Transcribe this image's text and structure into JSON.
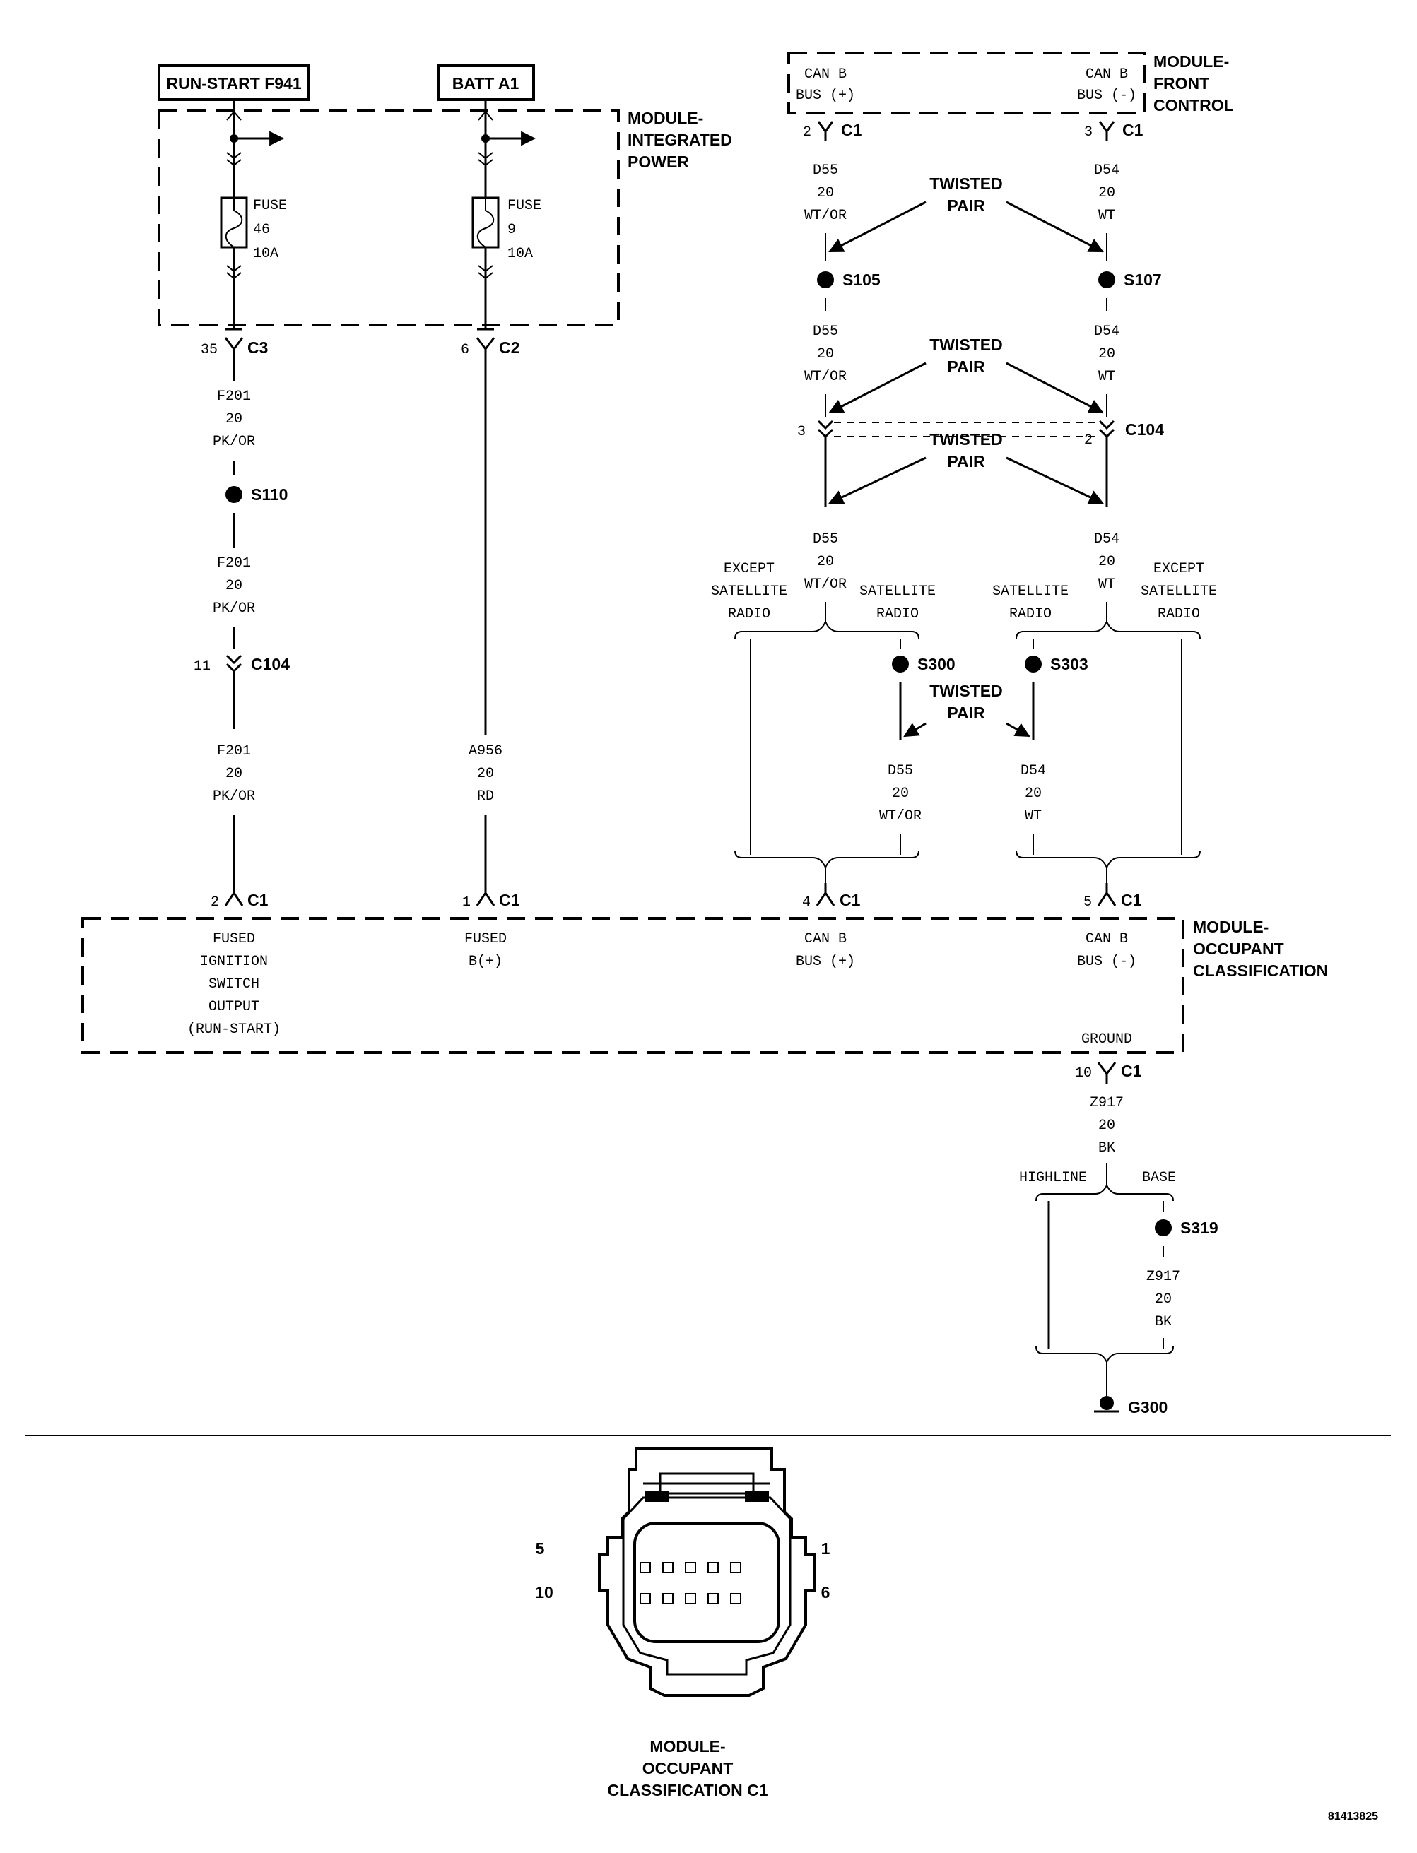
{
  "sources": {
    "run_start": "RUN-START F941",
    "batt": "BATT A1"
  },
  "modules": {
    "integrated_power": [
      "MODULE-",
      "INTEGRATED",
      "POWER"
    ],
    "front_control": [
      "MODULE-",
      "FRONT",
      "CONTROL"
    ],
    "occupant_classification": [
      "MODULE-",
      "OCCUPANT",
      "CLASSIFICATION"
    ]
  },
  "fuses": {
    "fuse46": [
      "FUSE",
      "46",
      "10A"
    ],
    "fuse9": [
      "FUSE",
      "9",
      "10A"
    ]
  },
  "connectors": {
    "c3_pin": "35",
    "c3": "C3",
    "c2_pin": "6",
    "c2": "C2",
    "fc_c1_pin_left": "2",
    "fc_c1_left": "C1",
    "fc_c1_pin_right": "3",
    "fc_c1_right": "C1",
    "c104_pin_left": "3",
    "c104_pin_right": "2",
    "c104": "C104",
    "c104_pin_wire": "11",
    "c104_wire": "C104",
    "occ_pin2": "2",
    "occ_pin1": "1",
    "occ_pin4": "4",
    "occ_pin5": "5",
    "occ_pin10": "10",
    "occ_c1": "C1"
  },
  "splices": {
    "s110": "S110",
    "s105": "S105",
    "s107": "S107",
    "s300": "S300",
    "s303": "S303",
    "s319": "S319"
  },
  "ground": "G300",
  "wires": {
    "f201": [
      "F201",
      "20",
      "PK/OR"
    ],
    "a956": [
      "A956",
      "20",
      "RD"
    ],
    "d55": [
      "D55",
      "20",
      "WT/OR"
    ],
    "d54": [
      "D54",
      "20",
      "WT"
    ],
    "z917": [
      "Z917",
      "20",
      "BK"
    ]
  },
  "twisted_pair": [
    "TWISTED",
    "PAIR"
  ],
  "variants": {
    "except_satellite": [
      "EXCEPT",
      "SATELLITE",
      "RADIO"
    ],
    "satellite": [
      "SATELLITE",
      "RADIO"
    ],
    "highline": "HIGHLINE",
    "base": "BASE"
  },
  "pins": {
    "front_can_plus": [
      "CAN B",
      "BUS (+)"
    ],
    "front_can_minus": [
      "CAN B",
      "BUS (-)"
    ],
    "fused_ignition": [
      "FUSED",
      "IGNITION",
      "SWITCH",
      "OUTPUT",
      "(RUN-START)"
    ],
    "fused_b": [
      "FUSED",
      "B(+)"
    ],
    "can_plus": [
      "CAN B",
      "BUS (+)"
    ],
    "can_minus": [
      "CAN B",
      "BUS (-)"
    ],
    "ground": "GROUND"
  },
  "connector_view": {
    "title": [
      "MODULE-",
      "OCCUPANT",
      "CLASSIFICATION C1"
    ],
    "pin_labels": {
      "top_left": "5",
      "bottom_left": "10",
      "top_right": "1",
      "bottom_right": "6"
    }
  },
  "figure_id": "81413825"
}
